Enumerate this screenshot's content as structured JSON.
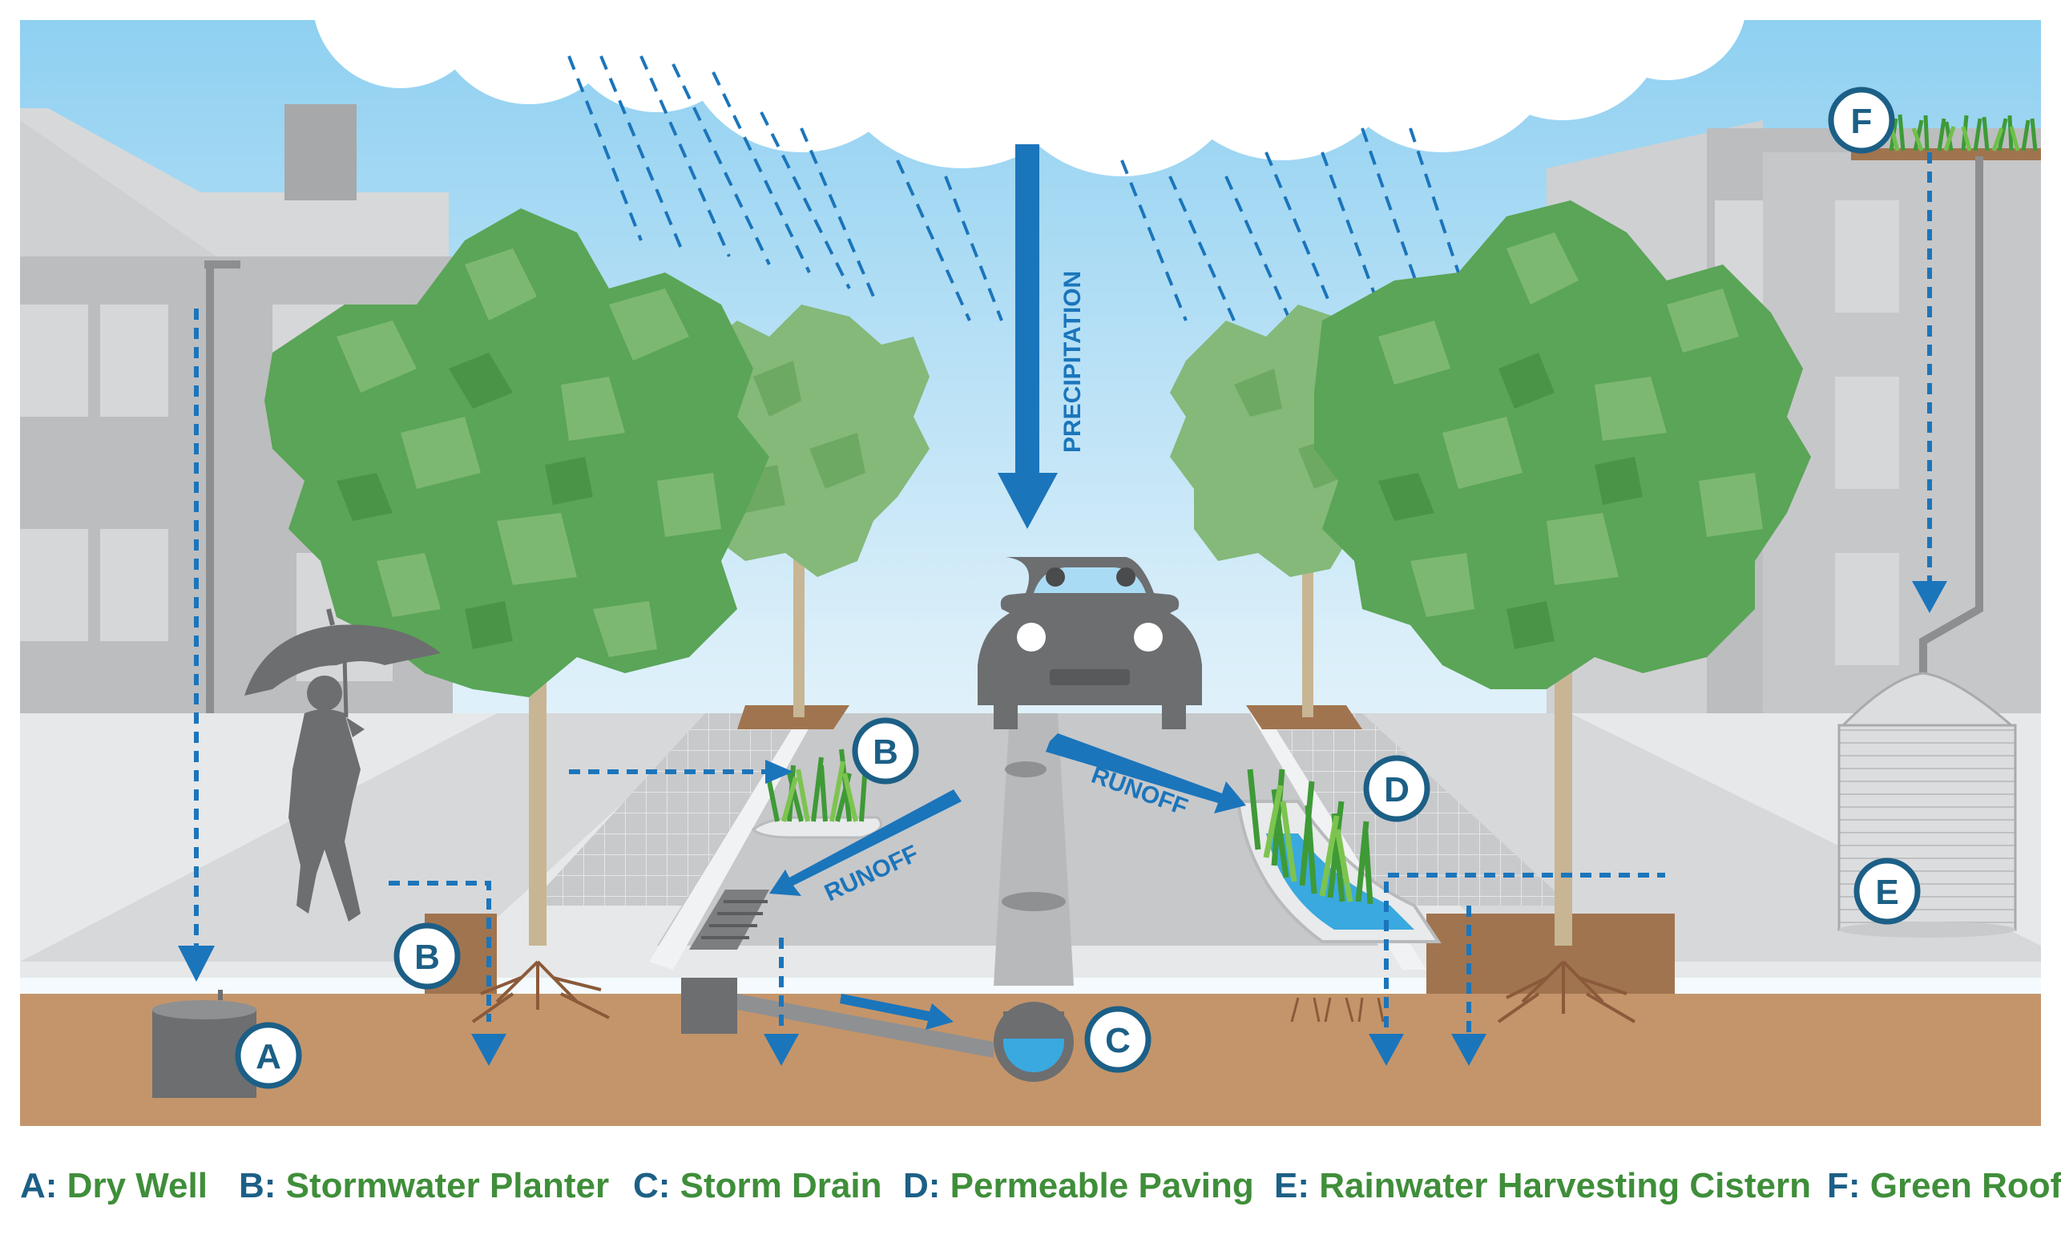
{
  "arrows": {
    "precipitation": "PRECIPITATION",
    "runoff_left": "RUNOFF",
    "runoff_right": "RUNOFF"
  },
  "badges": {
    "a": "A",
    "b_planter": "B",
    "b_sidewalk": "B",
    "c": "C",
    "d": "D",
    "e": "E",
    "f": "F"
  },
  "legend": [
    {
      "key": "A:",
      "label": "Dry Well"
    },
    {
      "key": "B:",
      "label": "Stormwater Planter"
    },
    {
      "key": "C:",
      "label": "Storm Drain"
    },
    {
      "key": "D:",
      "label": "Permeable Paving"
    },
    {
      "key": "E:",
      "label": "Rainwater Harvesting Cistern"
    },
    {
      "key": "F:",
      "label": "Green Roof"
    }
  ],
  "colors": {
    "sky": "#a9dcf4",
    "arrow_blue": "#1b75bb",
    "badge_ring": "#1c5f86",
    "tree_green": "#5aa557",
    "soil": "#c4956a",
    "building": "#bdbec0",
    "legend_key": "#1c5f86",
    "legend_label": "#3f8e3a"
  },
  "icons": [
    "cloud-icon",
    "rain-icon",
    "tree-icon",
    "car-icon",
    "person-umbrella-icon",
    "cistern-icon",
    "storm-drain-pipe-icon",
    "grass-icon"
  ]
}
